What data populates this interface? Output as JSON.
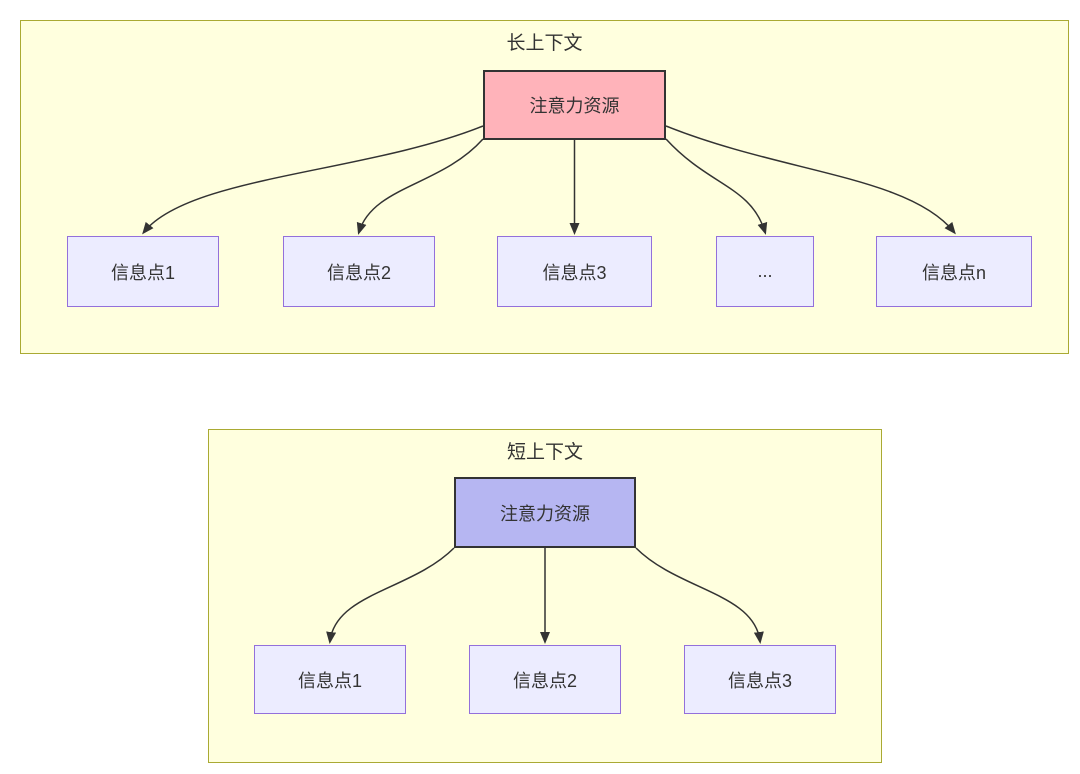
{
  "colors": {
    "page_background": "#ffffff",
    "container_fill": "#ffffde",
    "container_border": "#aaaa33",
    "info_node_fill": "#ececff",
    "info_node_border": "#9370db",
    "attention_node_fill_long": "#ffb3ba",
    "attention_node_fill_short": "#b6b6f2",
    "attention_node_border": "#333333",
    "edge_color": "#333333",
    "text_color": "#333333"
  },
  "diagrams": [
    {
      "title": "长上下文",
      "source": {
        "label": "注意力资源"
      },
      "targets": [
        {
          "label": "信息点1"
        },
        {
          "label": "信息点2"
        },
        {
          "label": "信息点3"
        },
        {
          "label": "..."
        },
        {
          "label": "信息点n"
        }
      ]
    },
    {
      "title": "短上下文",
      "source": {
        "label": "注意力资源"
      },
      "targets": [
        {
          "label": "信息点1"
        },
        {
          "label": "信息点2"
        },
        {
          "label": "信息点3"
        }
      ]
    }
  ]
}
